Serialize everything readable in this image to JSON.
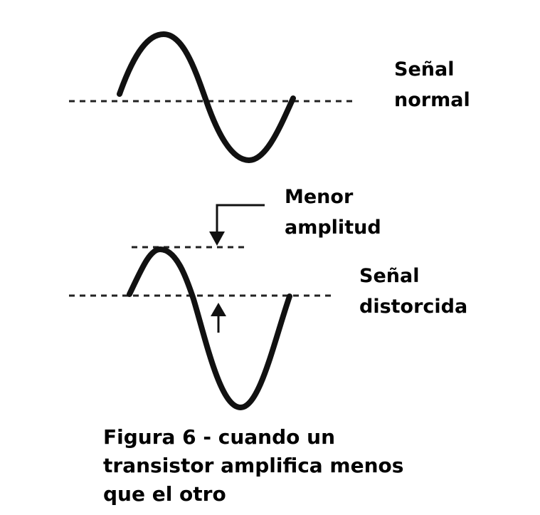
{
  "labels": {
    "normal_line1": "Señal",
    "normal_line2": "normal",
    "menor_line1": "Menor",
    "menor_line2": "amplitud",
    "distorted_line1": "Señal",
    "distorted_line2": "distorcida"
  },
  "caption": {
    "line1": "Figura 6 - cuando un",
    "line2": "transistor amplifica menos",
    "line3": "que el otro"
  }
}
